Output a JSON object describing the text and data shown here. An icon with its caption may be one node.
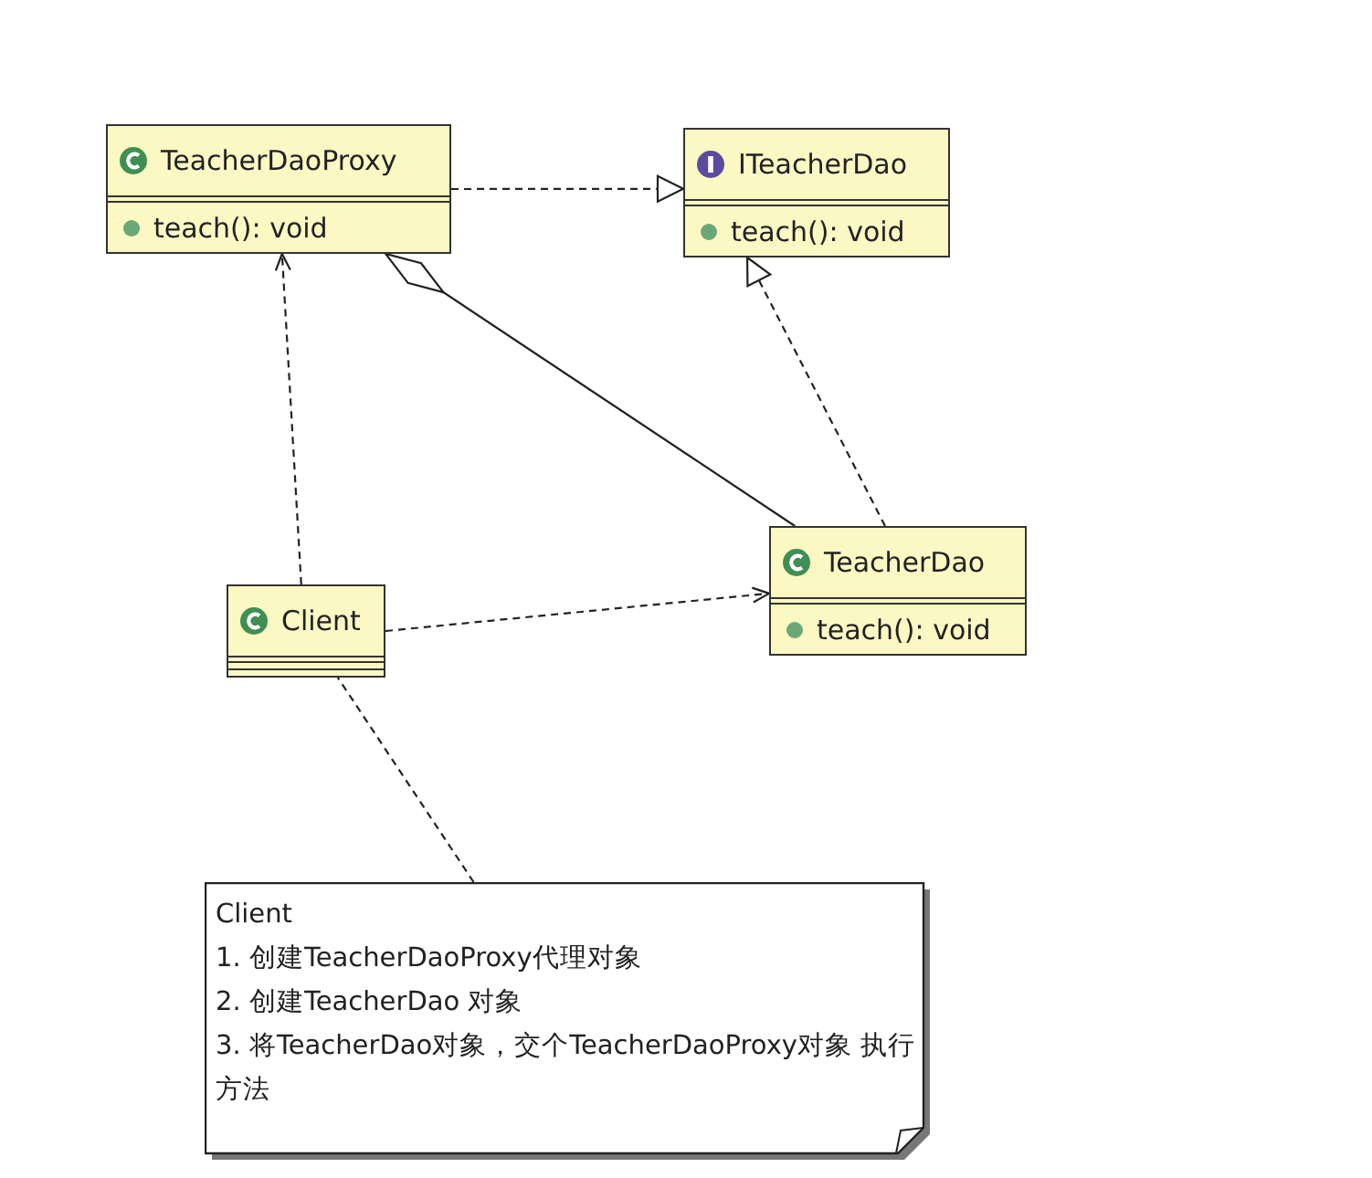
{
  "diagram": {
    "nodes": [
      {
        "text": [
          "TeacherDaoProxy",
          "teach(): void"
        ]
      },
      {
        "text": [
          "ITeacherDao",
          "teach(): void"
        ]
      },
      {
        "text": [
          "TeacherDao",
          "teach(): void"
        ]
      },
      {
        "text": [
          "Client"
        ]
      },
      {
        "text": [
          "Client",
          "1. 创建TeacherDaoProxy代理对象",
          "2. 创建TeacherDao 对象",
          "3. 将TeacherDao对象，交个TeacherDaoProxy对象 执行方法"
        ]
      }
    ],
    "edges": [
      {
        "from": 0,
        "to": 1,
        "arrow": "to",
        "style": "dashed"
      },
      {
        "from": 2,
        "to": 1,
        "arrow": "to",
        "style": "dashed"
      },
      {
        "from": 2,
        "to": 0,
        "arrow": "other"
      },
      {
        "from": 3,
        "to": 0,
        "arrow": "to",
        "style": "dashed"
      },
      {
        "from": 3,
        "to": 2,
        "arrow": "to",
        "style": "dashed"
      },
      {
        "from": 4,
        "to": 3,
        "arrow": "none",
        "style": "dashed"
      }
    ]
  }
}
